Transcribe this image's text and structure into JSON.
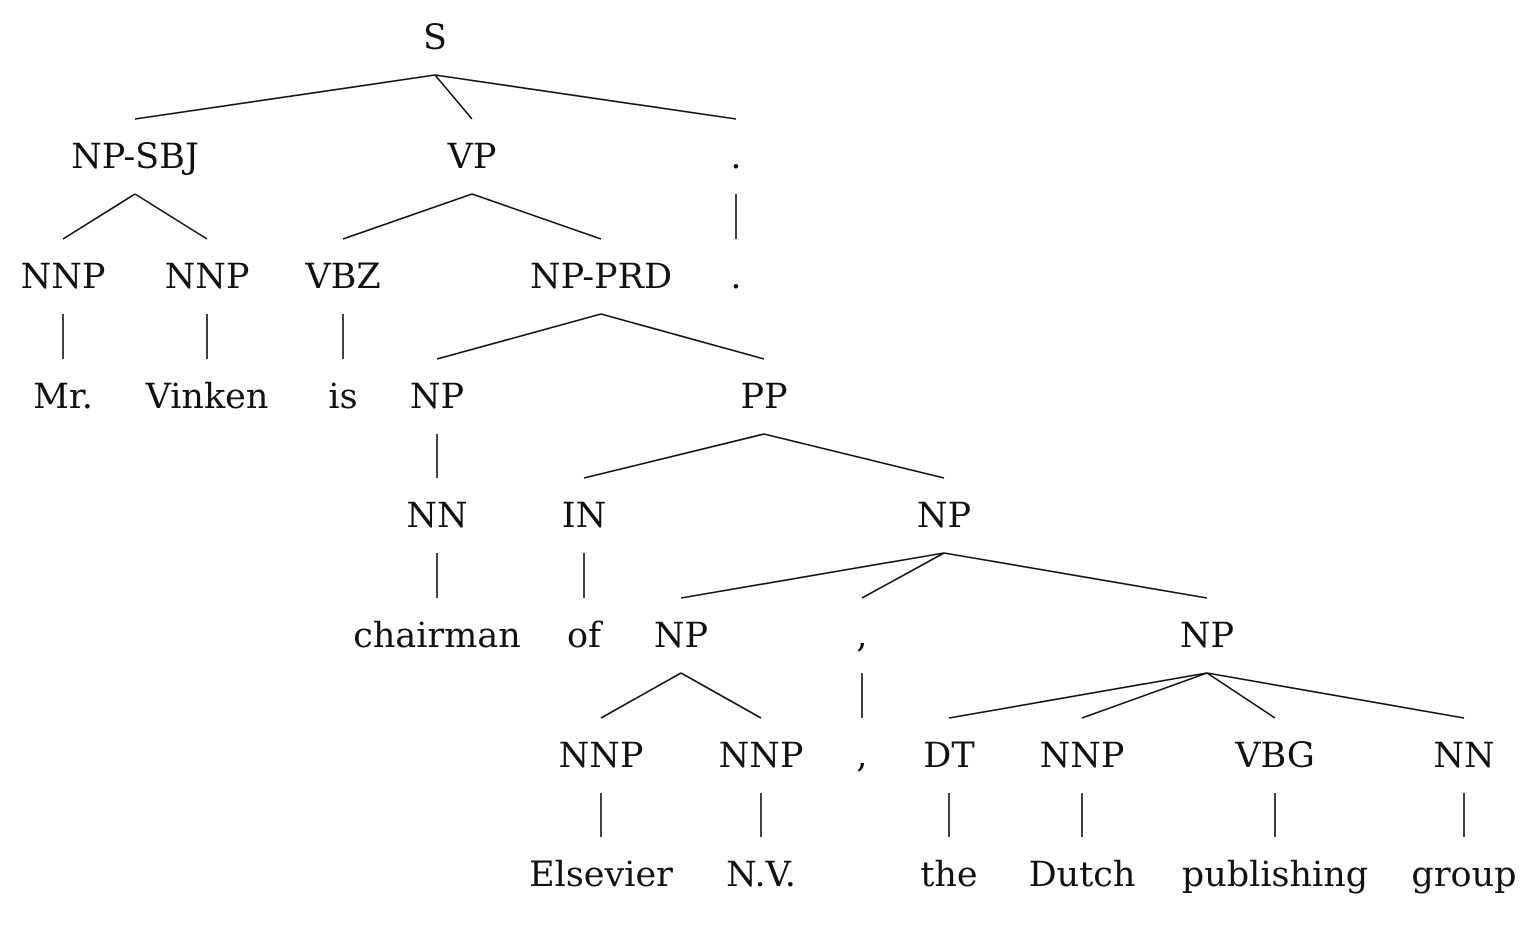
{
  "tree": {
    "id": "s",
    "label": "S",
    "children": [
      {
        "id": "np_sbj",
        "label": "NP-SBJ",
        "children": [
          {
            "id": "nnp1",
            "label": "NNP",
            "children": [
              {
                "id": "w_mr",
                "label": "Mr."
              }
            ]
          },
          {
            "id": "nnp2",
            "label": "NNP",
            "children": [
              {
                "id": "w_vinken",
                "label": "Vinken"
              }
            ]
          }
        ]
      },
      {
        "id": "vp",
        "label": "VP",
        "children": [
          {
            "id": "vbz",
            "label": "VBZ",
            "children": [
              {
                "id": "w_is",
                "label": "is"
              }
            ]
          },
          {
            "id": "np_prd",
            "label": "NP-PRD",
            "children": [
              {
                "id": "np1",
                "label": "NP",
                "children": [
                  {
                    "id": "nn1",
                    "label": "NN",
                    "children": [
                      {
                        "id": "w_chairman",
                        "label": "chairman"
                      }
                    ]
                  }
                ]
              },
              {
                "id": "pp",
                "label": "PP",
                "children": [
                  {
                    "id": "in",
                    "label": "IN",
                    "children": [
                      {
                        "id": "w_of",
                        "label": "of"
                      }
                    ]
                  },
                  {
                    "id": "np2",
                    "label": "NP",
                    "children": [
                      {
                        "id": "np3",
                        "label": "NP",
                        "children": [
                          {
                            "id": "nnp3",
                            "label": "NNP",
                            "children": [
                              {
                                "id": "w_elsevier",
                                "label": "Elsevier"
                              }
                            ]
                          },
                          {
                            "id": "nnp4",
                            "label": "NNP",
                            "children": [
                              {
                                "id": "w_nv",
                                "label": "N.V."
                              }
                            ]
                          }
                        ]
                      },
                      {
                        "id": "comma_tag",
                        "label": ",",
                        "children": [
                          {
                            "id": "w_comma",
                            "label": ","
                          }
                        ]
                      },
                      {
                        "id": "np4",
                        "label": "NP",
                        "children": [
                          {
                            "id": "dt",
                            "label": "DT",
                            "children": [
                              {
                                "id": "w_the",
                                "label": "the"
                              }
                            ]
                          },
                          {
                            "id": "nnp5",
                            "label": "NNP",
                            "children": [
                              {
                                "id": "w_dutch",
                                "label": "Dutch"
                              }
                            ]
                          },
                          {
                            "id": "vbg",
                            "label": "VBG",
                            "children": [
                              {
                                "id": "w_publishing",
                                "label": "publishing"
                              }
                            ]
                          },
                          {
                            "id": "nn2",
                            "label": "NN",
                            "children": [
                              {
                                "id": "w_group",
                                "label": "group"
                              }
                            ]
                          }
                        ]
                      }
                    ]
                  }
                ]
              }
            ]
          }
        ]
      },
      {
        "id": "period_tag",
        "label": ".",
        "children": [
          {
            "id": "w_period",
            "label": "."
          }
        ]
      }
    ]
  }
}
